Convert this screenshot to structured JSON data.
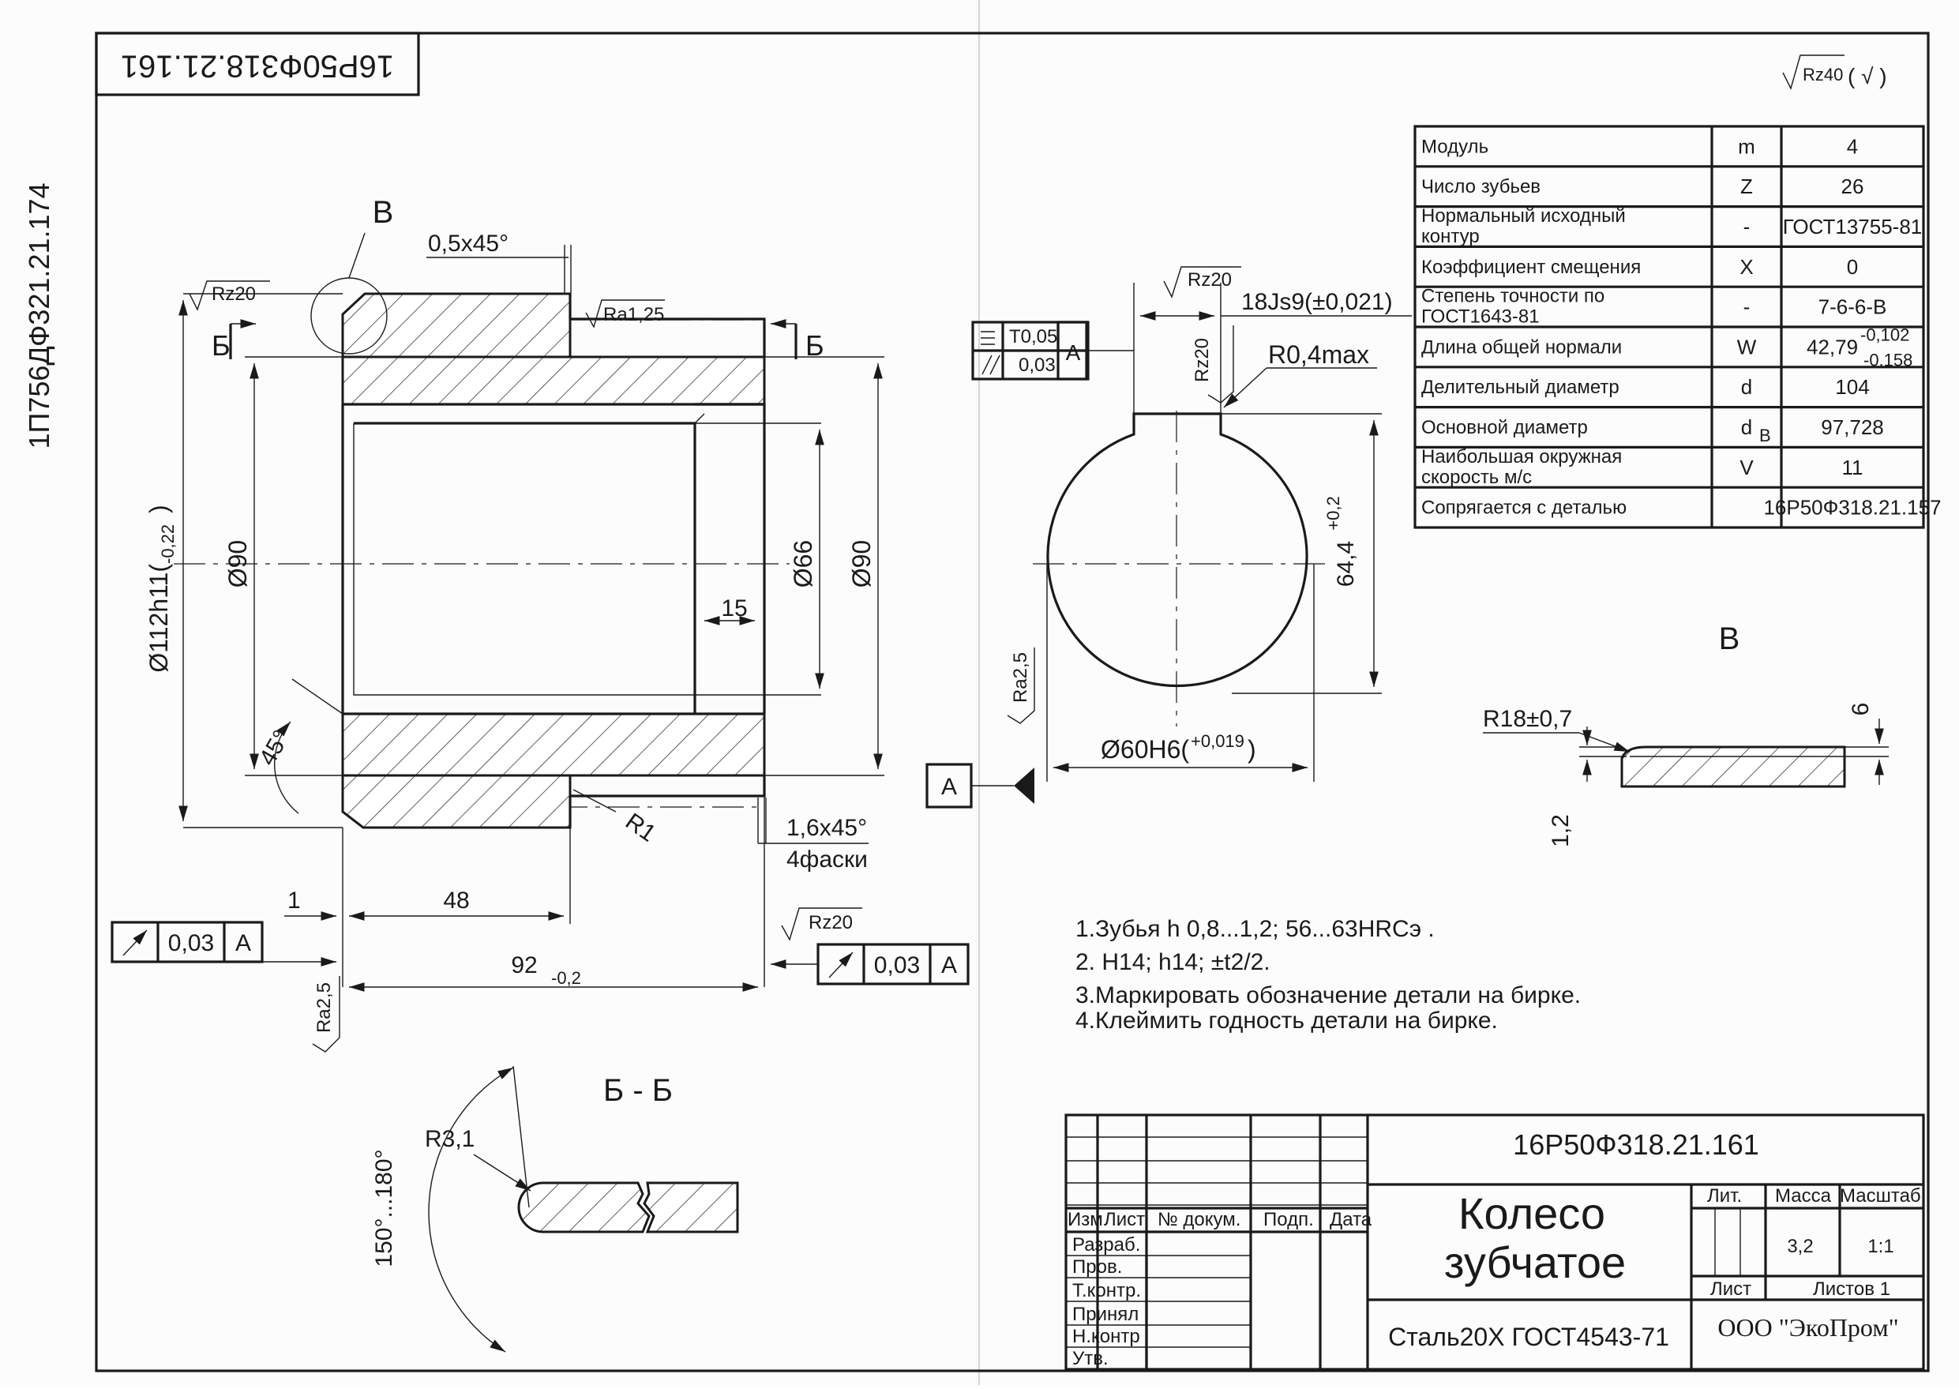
{
  "stamp": {
    "code": "16Р50Ф318.21.161"
  },
  "side_code": "1П756ДФ321.21.174",
  "roughness_general": {
    "mark": "Rz40",
    "paren": "( √ )"
  },
  "params": {
    "rows": [
      {
        "label": "Модуль",
        "sym": "m",
        "value": "4"
      },
      {
        "label": "Число зубьев",
        "sym": "Z",
        "value": "26"
      },
      {
        "label": "Нормальный исходный",
        "label2": "контур",
        "sym": "-",
        "value": "ГОСТ13755-81"
      },
      {
        "label": "Коэффициент смещения",
        "sym": "X",
        "value": "0"
      },
      {
        "label": "Степень точности по",
        "label2": "ГОСТ1643-81",
        "sym": "-",
        "value": "7-6-6-В"
      },
      {
        "label": "Длина общей нормали",
        "sym": "W",
        "value": "42,79",
        "dev_up": "-0,102",
        "dev_lo": "-0,158"
      },
      {
        "label": "Делительный диаметр",
        "sym": "d",
        "value": "104"
      },
      {
        "label": "Основной диаметр",
        "sym": "d",
        "sym_sub": "B",
        "value": "97,728"
      },
      {
        "label": "Наибольшая окружная",
        "label2": "скорость м/с",
        "sym": "V",
        "value": "11"
      },
      {
        "label": "Сопрягается с деталью",
        "sym": "",
        "value": "16Р50Ф318.21.157"
      }
    ]
  },
  "main_view": {
    "view_b_label": "В",
    "chamfer_top": "0,5x45°",
    "rough_top_left": "Rz20",
    "rough_ra125": "Ra1,25",
    "section_left": "Б",
    "section_right": "Б",
    "dia_112": "Ø112h11(",
    "dia_112_dev": "-0,22",
    "dia_112_close": ")",
    "dia_90_left": "Ø90",
    "dia_66": "Ø66",
    "dia_90_right": "Ø90",
    "dim_15": "15",
    "angle_45": "45°",
    "radius_r1": "R1",
    "chamfer_bottom": "1,6x45°",
    "chamfer_bottom_count": "4фаски",
    "dim_1": "1",
    "dim_48": "48",
    "rough_bottom_right": "Rz20",
    "dim_92": "92",
    "dim_92_dev": "-0,2",
    "rough_left_ra25": "Ra2,5",
    "tol_left": {
      "value": "0,03",
      "datum": "A"
    },
    "tol_right": {
      "value": "0,03",
      "datum": "A"
    }
  },
  "section_bb": {
    "title": "Б - Б",
    "radius": "R3,1",
    "angle": "150°...180°"
  },
  "bore_view": {
    "rough_top": "Rz20",
    "key_width": "18Js9(±0,021)",
    "rough_side": "Rz20",
    "radius": "R0,4max",
    "tol_flat": "T0,05",
    "tol_par": "0,03",
    "tol_datum": "A",
    "dim_644": "64,4",
    "dim_644_dev": "+0,2",
    "rough_left": "Ra2,5",
    "dia_60": "Ø60H6(",
    "dia_60_dev": "+0,019",
    "dia_60_close": ")",
    "datum_box": "A"
  },
  "view_b": {
    "title": "В",
    "radius": "R18±0,7",
    "dim_6": "6",
    "dim_12": "1,2"
  },
  "notes": [
    "1.Зубья  h 0,8...1,2; 56...63HRCэ  .",
    "2. H14; h14; ±t2/2.",
    "3.Маркировать обозначение детали на бирке.",
    "4.Клеймить годность детали на бирке."
  ],
  "title_block": {
    "code": "16Р50Ф318.21.161",
    "name_line1": "Колесо",
    "name_line2": "зубчатое",
    "material": "Сталь20Х ГОСТ4543-71",
    "company": "ООО \"ЭкоПром\"",
    "lit": "Лит.",
    "mass": "Масса",
    "scale": "Масштаб",
    "mass_value": "3,2",
    "scale_value": "1:1",
    "sheet": "Лист",
    "sheets": "Листов  1",
    "col_izm": "Изм",
    "col_list": "Лист",
    "col_doc": "№ докум.",
    "col_sign": "Подп.",
    "col_date": "Дата",
    "rows": [
      "Разраб.",
      "Пров.",
      "Т.контр.",
      "Принял",
      "Н.контр",
      "Утв."
    ]
  }
}
